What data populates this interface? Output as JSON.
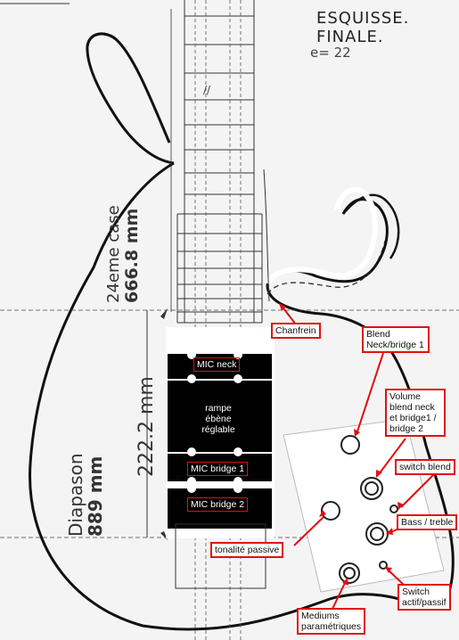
{
  "header": {
    "title": "ESQUISSE. FINALE.",
    "note": "e= 22"
  },
  "dimensions": {
    "fret24_line1": "24eme case",
    "fret24_line2": "666.8 mm",
    "pickup_zone": "222.2 mm",
    "scale_line1": "Diapason",
    "scale_line2": "889 mm"
  },
  "board": {
    "mic_neck": "MIC neck",
    "ramp": "rampe ébène réglable",
    "mic_bridge1": "MIC bridge 1",
    "mic_bridge2": "MIC bridge 2"
  },
  "callouts": {
    "chanfrein": "Chanfrein",
    "blend": "Blend Neck/bridge 1",
    "volume": "Volume blend neck et bridge1 / bridge 2",
    "switch_blend": "switch blend",
    "bass_treble": "Bass / treble",
    "tonalite": "tonalité passive",
    "switch_actif": "Switch actif/passif",
    "mediums": "Mediums paramétriques"
  }
}
